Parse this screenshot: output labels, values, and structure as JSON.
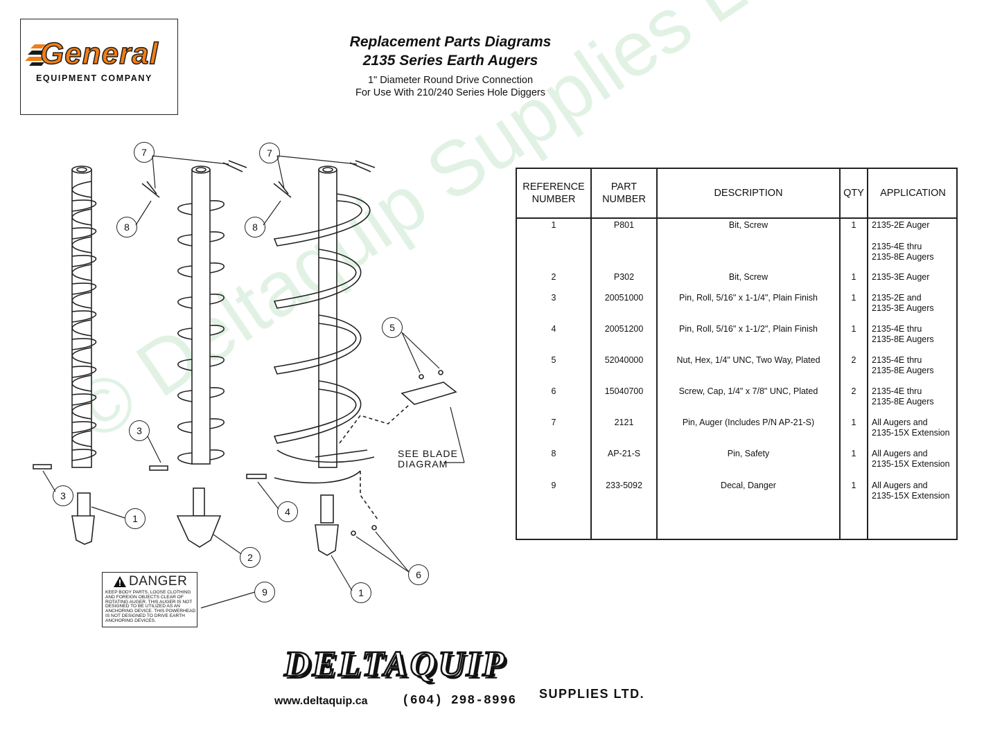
{
  "header": {
    "logo": {
      "word": "General",
      "sub": "EQUIPMENT COMPANY",
      "color": "#f07e16"
    },
    "title_line1": "Replacement Parts Diagrams",
    "title_line2": "2135 Series Earth Augers",
    "subtitle_line1": "1\" Diameter Round Drive Connection",
    "subtitle_line2": "For Use With 210/240 Series Hole Diggers"
  },
  "diagram": {
    "callouts": [
      "7",
      "8",
      "7",
      "8",
      "3",
      "3",
      "1",
      "2",
      "4",
      "5",
      "6",
      "1",
      "9"
    ],
    "blade_label_line1": "SEE BLADE",
    "blade_label_line2": "DIAGRAM",
    "decal": {
      "title": "DANGER",
      "text": "KEEP BODY PARTS, LOOSE CLOTHING AND FOREIGN OBJECTS CLEAR OF ROTATING AUGER. THIS AUGER IS NOT DESIGNED TO BE UTILIZED AS AN ANCHORING DEVICE. THIS POWERHEAD IS NOT DESIGNED TO DRIVE EARTH ANCHORING DEVICES."
    }
  },
  "table": {
    "headers": {
      "ref": "REFERENCE NUMBER",
      "part": "PART NUMBER",
      "desc": "DESCRIPTION",
      "qty": "QTY",
      "app": "APPLICATION"
    },
    "rows": [
      {
        "ref": "1",
        "part": "P801",
        "desc": "Bit, Screw",
        "qty": "1",
        "app": "2135-2E Auger"
      },
      {
        "ref": "",
        "part": "",
        "desc": "",
        "qty": "",
        "app": "2135-4E thru\n2135-8E Augers"
      },
      {
        "ref": "2",
        "part": "P302",
        "desc": "Bit, Screw",
        "qty": "1",
        "app": "2135-3E Auger"
      },
      {
        "ref": "3",
        "part": "20051000",
        "desc": "Pin, Roll, 5/16\" x 1-1/4\", Plain Finish",
        "qty": "1",
        "app": "2135-2E and\n2135-3E Augers"
      },
      {
        "ref": "4",
        "part": "20051200",
        "desc": "Pin, Roll, 5/16\" x 1-1/2\", Plain Finish",
        "qty": "1",
        "app": "2135-4E thru\n2135-8E Augers"
      },
      {
        "ref": "5",
        "part": "52040000",
        "desc": "Nut, Hex, 1/4\" UNC, Two Way, Plated",
        "qty": "2",
        "app": "2135-4E thru\n2135-8E Augers"
      },
      {
        "ref": "6",
        "part": "15040700",
        "desc": "Screw, Cap, 1/4\" x 7/8\" UNC, Plated",
        "qty": "2",
        "app": "2135-4E thru\n2135-8E Augers"
      },
      {
        "ref": "7",
        "part": "2121",
        "desc": "Pin, Auger (Includes P/N AP-21-S)",
        "qty": "1",
        "app": "All Augers and\n2135-15X Extension"
      },
      {
        "ref": "8",
        "part": "AP-21-S",
        "desc": "Pin, Safety",
        "qty": "1",
        "app": "All Augers and\n2135-15X Extension"
      },
      {
        "ref": "9",
        "part": "233-5092",
        "desc": "Decal, Danger",
        "qty": "1",
        "app": "All Augers and\n2135-15X Extension"
      }
    ]
  },
  "watermark": "© Deltaquip Supplies Ltd.",
  "footer": {
    "logo_word": "DELTAQUIP",
    "logo_sub": "SUPPLIES LTD.",
    "url": "www.deltaquip.ca",
    "phone": "(604) 298-8996"
  }
}
